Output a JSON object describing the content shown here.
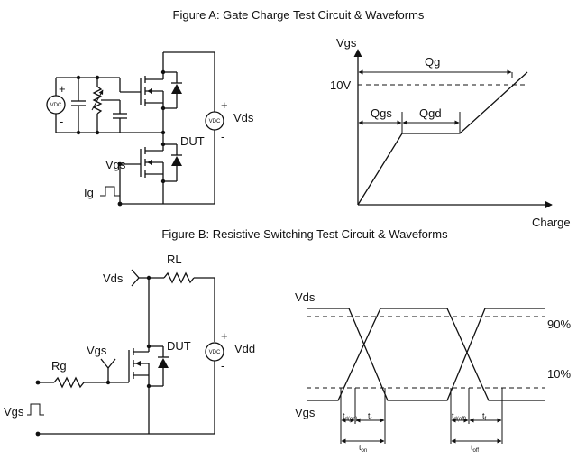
{
  "figure_a": {
    "title": "Figure A: Gate Charge Test Circuit & Waveforms",
    "circuit": {
      "vdc_left": "VDC",
      "vdc_right": "VDC",
      "plus": "+",
      "minus": "-",
      "vds_label": "Vds",
      "dut_label": "DUT",
      "vgs_label": "Vgs",
      "ig_label": "Ig"
    },
    "waveform": {
      "y_axis_label": "Vgs",
      "x_axis_label": "Charge",
      "level_label": "10V",
      "qg_label": "Qg",
      "qgs_label": "Qgs",
      "qgd_label": "Qgd"
    }
  },
  "figure_b": {
    "title": "Figure B: Resistive Switching Test Circuit & Waveforms",
    "circuit": {
      "vds_label": "Vds",
      "rl_label": "RL",
      "vgs_label": "Vgs",
      "dut_label": "DUT",
      "rg_label": "Rg",
      "vgs_pulse_label": "Vgs",
      "vdc_label": "VDC",
      "plus": "+",
      "minus": "-",
      "vdd_label": "Vdd"
    },
    "waveform": {
      "vds_label": "Vds",
      "vgs_label": "Vgs",
      "pct90_label": "90%",
      "pct10_label": "10%",
      "t_label": "t",
      "sub_don": "d(on)",
      "sub_r": "r",
      "sub_doff": "d(off)",
      "sub_f": "f",
      "sub_on": "on",
      "sub_off": "off"
    }
  }
}
